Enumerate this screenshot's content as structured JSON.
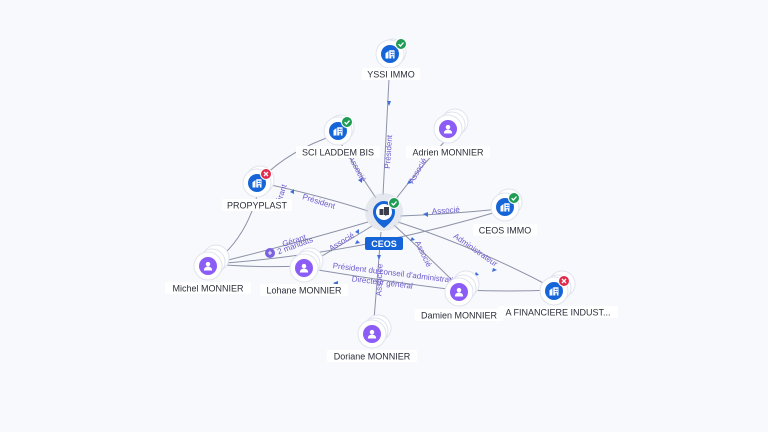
{
  "colors": {
    "company": "#1565d8",
    "person": "#8b5cf6",
    "active": "#1f9d55",
    "closed": "#e02c4d",
    "center": "#1565d8",
    "edge_label": "#6a5acd"
  },
  "center": {
    "label": "CEOS",
    "icon": "building-icon",
    "status": "active"
  },
  "nodes": [
    {
      "id": "yssi",
      "label": "YSSI IMMO",
      "type": "company",
      "status": "active"
    },
    {
      "id": "laddem",
      "label": "SCI LADDEM BIS",
      "type": "company",
      "status": "active"
    },
    {
      "id": "adrien",
      "label": "Adrien MONNIER",
      "type": "person"
    },
    {
      "id": "propyplast",
      "label": "PROPYPLAST",
      "type": "company",
      "status": "closed"
    },
    {
      "id": "ceosimmo",
      "label": "CEOS IMMO",
      "type": "company",
      "status": "active"
    },
    {
      "id": "michel",
      "label": "Michel MONNIER",
      "type": "person"
    },
    {
      "id": "lohane",
      "label": "Lohane MONNIER",
      "type": "person"
    },
    {
      "id": "damien",
      "label": "Damien MONNIER",
      "type": "person"
    },
    {
      "id": "financiere",
      "label": "A FINANCIERE INDUST...",
      "type": "company",
      "status": "closed"
    },
    {
      "id": "doriane",
      "label": "Doriane MONNIER",
      "type": "person"
    }
  ],
  "edges": [
    {
      "id": "e-yssi",
      "label": "Président"
    },
    {
      "id": "e-laddem",
      "label": "Associé"
    },
    {
      "id": "e-adrien",
      "label": "Associé"
    },
    {
      "id": "e-propyplast",
      "label": "Président"
    },
    {
      "id": "e-propy-michel",
      "label": "Gérant"
    },
    {
      "id": "e-ceosimmo",
      "label": "Associé"
    },
    {
      "id": "e-michel",
      "label": "Gérant"
    },
    {
      "id": "e-lohane",
      "label": "Associé"
    },
    {
      "id": "e-damien-1",
      "label": "Président du conseil d'administration"
    },
    {
      "id": "e-damien-2",
      "label": "Directeur général"
    },
    {
      "id": "e-damien-3",
      "label": "Associé"
    },
    {
      "id": "e-financiere",
      "label": "Administrateur"
    },
    {
      "id": "e-doriane",
      "label": "Associée"
    }
  ],
  "mandats": {
    "label": "2 mandats",
    "icon": "plus-icon"
  }
}
